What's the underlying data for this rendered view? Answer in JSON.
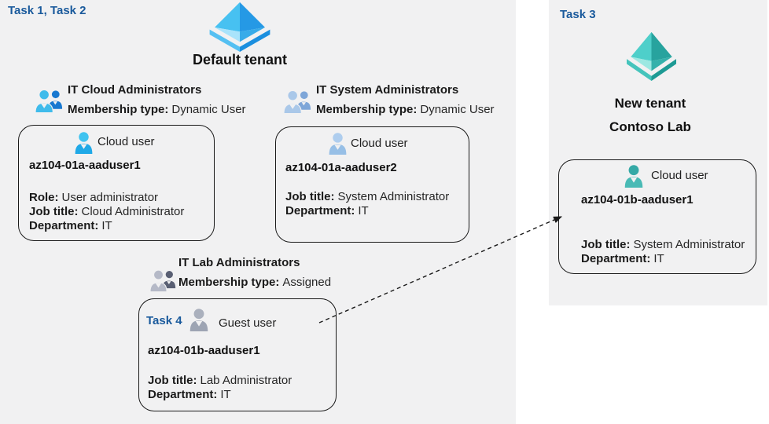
{
  "colors": {
    "task_blue": "#1a5a9c",
    "panel_bg": "#f1f1f2",
    "ink": "#1a1a1a",
    "aad_blue_ul": "#47c1f1",
    "aad_blue_ur": "#2599e5",
    "aad_blue_ll": "#a9e3fb",
    "aad_blue_lr": "#38abe9",
    "aad_blue_base_l": "#55c0f2",
    "aad_blue_base_r": "#1b8fdf",
    "aad_teal_ul": "#4ecfca",
    "aad_teal_ur": "#27a39e",
    "aad_teal_ll": "#9ce8e2",
    "aad_teal_lr": "#35b1ab",
    "aad_teal_base_l": "#45c4bc",
    "aad_teal_base_r": "#1d9a94",
    "grp_cloud_front": "#3fbbeb",
    "grp_cloud_back": "#1878d0",
    "grp_system_front": "#aac8e9",
    "grp_system_back": "#7ea6d8",
    "grp_lab_front": "#b5b9c7",
    "grp_lab_back": "#595f73",
    "usr_cloud1_head": "#3fc3f0",
    "usr_cloud1_body": "#20a9e7",
    "usr_cloud2_head": "#aecdee",
    "usr_cloud2_body": "#97bfe6",
    "usr_guest_head": "#aab0bd",
    "usr_guest_body": "#9da4b3",
    "usr_teal_head": "#35a9a6",
    "usr_teal_body": "#49bab5"
  },
  "default_tenant": {
    "tasks_label": "Task 1, Task 2",
    "tenant_name": "Default tenant",
    "groups": [
      {
        "name": "IT Cloud Administrators",
        "membership_label": "Membership type:",
        "membership_value": "Dynamic User"
      },
      {
        "name": "IT System Administrators",
        "membership_label": "Membership type:",
        "membership_value": "Dynamic User"
      },
      {
        "name": "IT Lab Administrators",
        "membership_label": "Membership type:",
        "membership_value": "Assigned"
      }
    ],
    "users": [
      {
        "type_label": "Cloud user",
        "name": "az104-01a-aaduser1",
        "attributes": [
          {
            "label": "Role:",
            "value": "User administrator"
          },
          {
            "label": "Job title:",
            "value": "Cloud Administrator"
          },
          {
            "label": "Department:",
            "value": "IT"
          }
        ]
      },
      {
        "type_label": "Cloud user",
        "name": "az104-01a-aaduser2",
        "attributes": [
          {
            "label": "Job title:",
            "value": "System Administrator"
          },
          {
            "label": "Department:",
            "value": "IT"
          }
        ]
      },
      {
        "task_label": "Task 4",
        "type_label": "Guest user",
        "name": "az104-01b-aaduser1",
        "attributes": [
          {
            "label": "Job title:",
            "value": "Lab Administrator"
          },
          {
            "label": "Department:",
            "value": "IT"
          }
        ]
      }
    ]
  },
  "new_tenant": {
    "task_label": "Task 3",
    "name_line1": "New tenant",
    "name_line2": "Contoso Lab",
    "user": {
      "type_label": "Cloud user",
      "name": "az104-01b-aaduser1",
      "attributes": [
        {
          "label": "Job title:",
          "value": "System Administrator"
        },
        {
          "label": "Department:",
          "value": "IT"
        }
      ]
    }
  }
}
